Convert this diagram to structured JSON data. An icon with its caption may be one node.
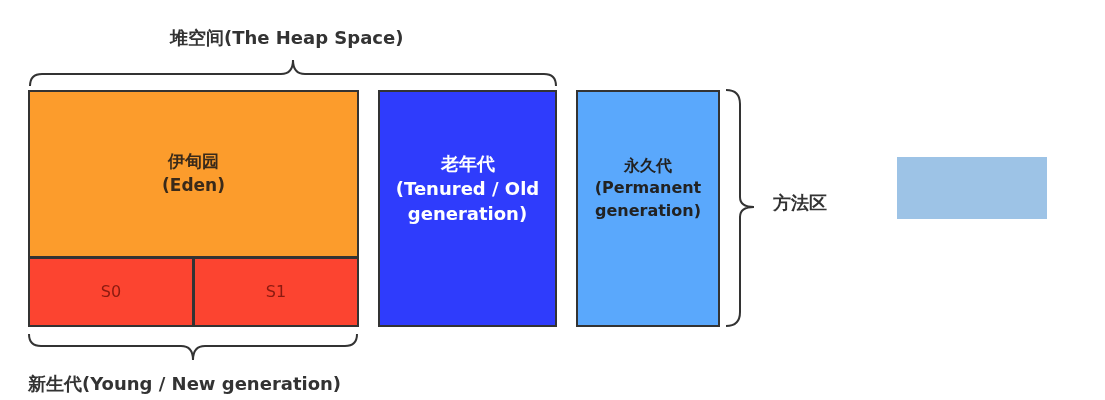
{
  "diagram": {
    "nodes": [
      {
        "text": [
          "伊甸园",
          "(Eden)"
        ]
      },
      {
        "text": [
          "S0"
        ]
      },
      {
        "text": [
          "S1"
        ]
      },
      {
        "text": [
          "老年代",
          "(Tenured / Old generation)"
        ]
      },
      {
        "text": [
          "永久代",
          "(Permanent generation)"
        ]
      },
      {
        "text": [],
        "shape": "box"
      }
    ],
    "labels": [
      "堆空间(The Heap Space)",
      "新生代(Young / New generation)",
      "方法区"
    ]
  }
}
